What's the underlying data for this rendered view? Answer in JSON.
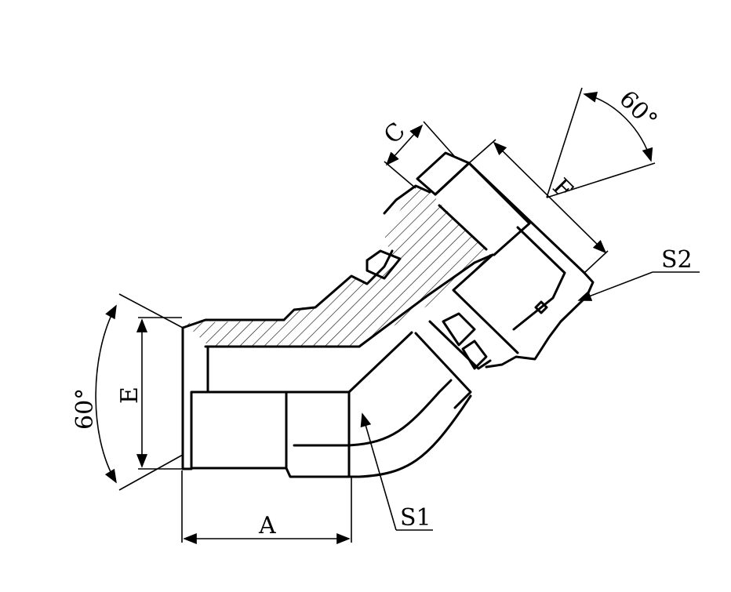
{
  "labels": {
    "angle_left": "60°",
    "angle_right": "60°",
    "dim_a": "A",
    "dim_e": "E",
    "dim_c": "C",
    "dim_f": "F",
    "callout_s1": "S1",
    "callout_s2": "S2"
  }
}
